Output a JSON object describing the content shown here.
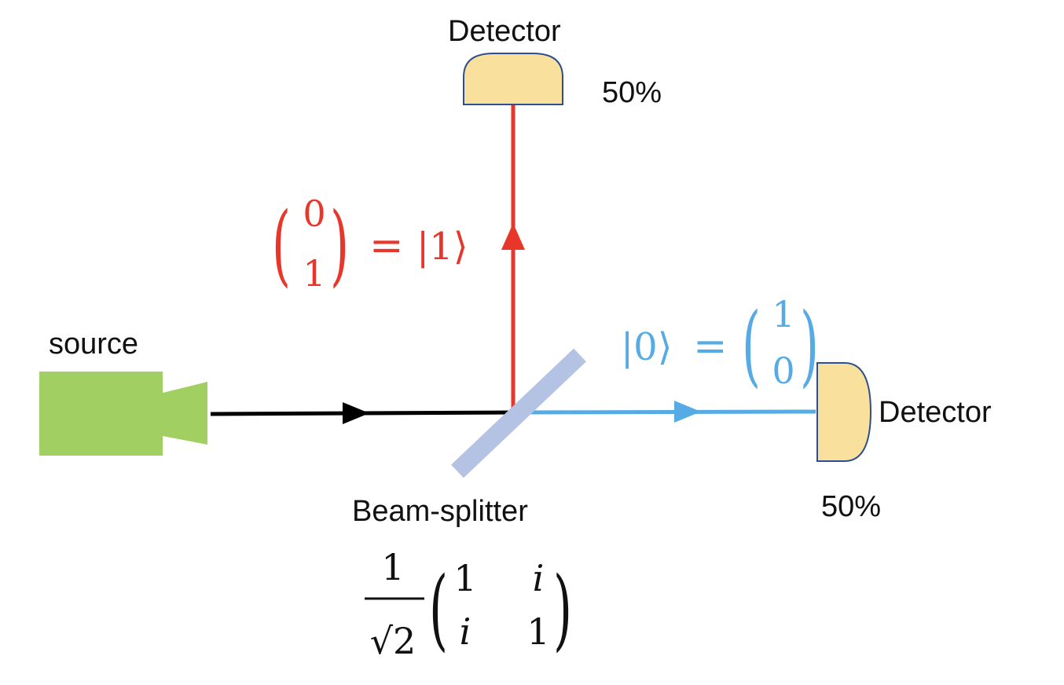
{
  "labels": {
    "source": "source",
    "beam_splitter": "Beam-splitter",
    "detector_top": "Detector",
    "detector_right": "Detector",
    "prob_top": "50%",
    "prob_right": "50%"
  },
  "state_one": {
    "vector_top": "0",
    "vector_bottom": "1",
    "equals": "=",
    "ket": "|1⟩"
  },
  "state_zero": {
    "ket": "|0⟩",
    "equals": "=",
    "vector_top": "1",
    "vector_bottom": "0"
  },
  "matrix": {
    "numerator": "1",
    "denominator": "√2",
    "a11": "1",
    "a12": "i",
    "a21": "i",
    "a22": "1"
  },
  "colors": {
    "source": "#a1cf62",
    "detector_fill": "#f9e19d",
    "detector_stroke": "#2d4f8c",
    "beam_splitter": "#b4c3e4",
    "input_beam": "#000000",
    "beam_one": "#e8362a",
    "beam_zero": "#57abe4"
  }
}
